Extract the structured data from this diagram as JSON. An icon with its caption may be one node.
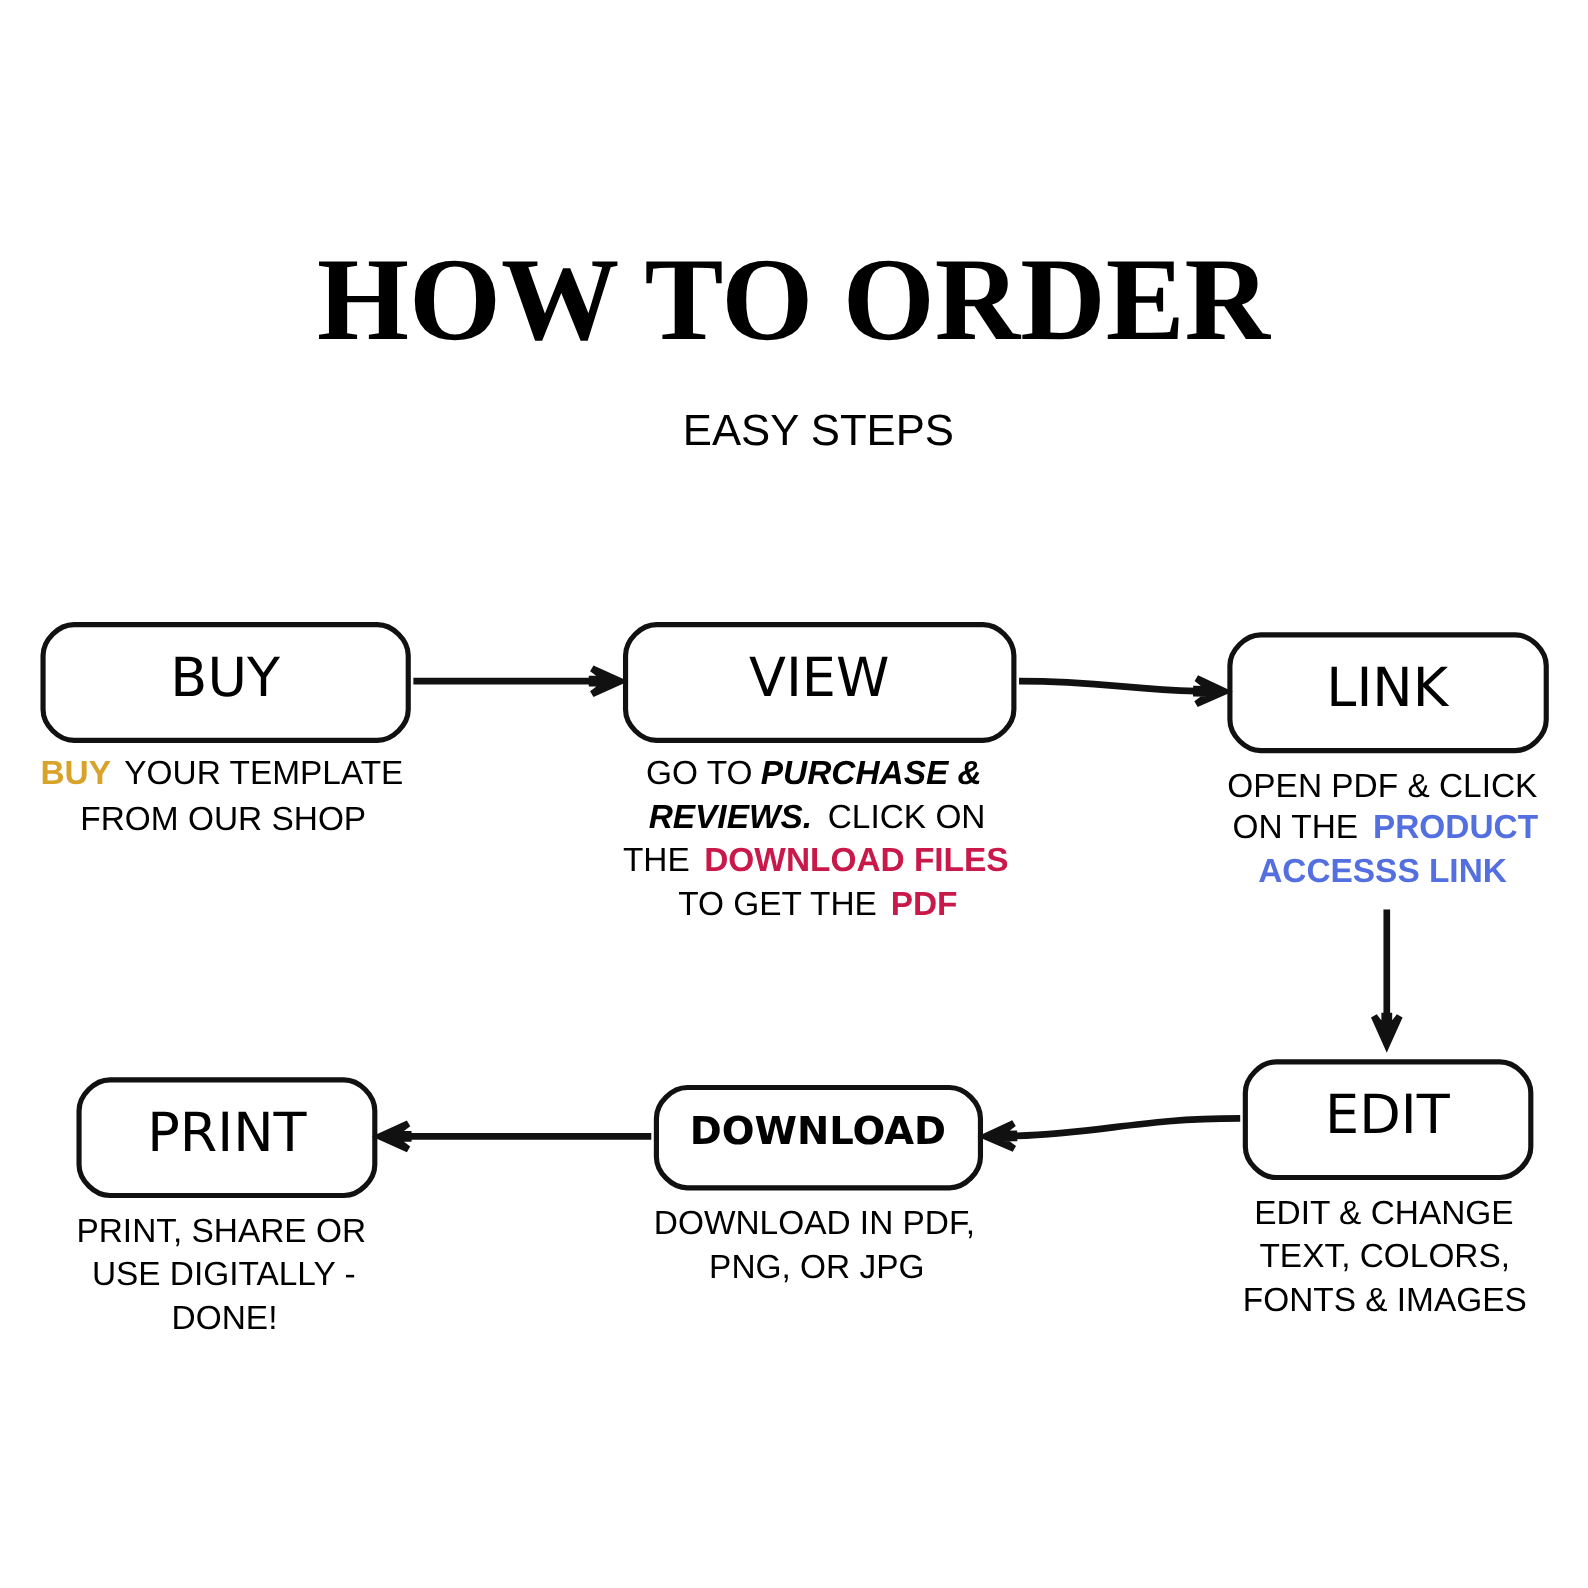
{
  "diagram": {
    "title": "HOW TO ORDER",
    "nodes": [
      {
        "text": [
          "BUY"
        ],
        "beside": [
          "**BUY** YOUR TEMPLATE FROM OUR SHOP"
        ]
      },
      {
        "text": [
          "VIEW"
        ],
        "beside": [
          "GO TO **PURCHASE & REVIEWS.** CLICK ON THE **DOWNLOAD FILES** TO GET THE **PDF**"
        ]
      },
      {
        "text": [
          "LINK"
        ],
        "beside": [
          "OPEN PDF & CLICK ON THE **PRODUCT ACCESSS LINK**"
        ]
      },
      {
        "text": [
          "EDIT"
        ],
        "beside": [
          "EDIT & CHANGE TEXT, COLORS, FONTS & IMAGES"
        ]
      },
      {
        "text": [
          "DOWNLOAD"
        ],
        "beside": [
          "DOWNLOAD IN PDF, PNG, OR JPG"
        ]
      },
      {
        "text": [
          "PRINT"
        ],
        "beside": [
          "PRINT, SHARE OR USE DIGITALLY - DONE!"
        ]
      }
    ],
    "edges": [
      {
        "from": 0,
        "to": 1,
        "arrow": "to"
      },
      {
        "from": 1,
        "to": 2,
        "arrow": "to"
      },
      {
        "from": 2,
        "to": 3,
        "arrow": "to"
      },
      {
        "from": 3,
        "to": 4,
        "arrow": "to"
      },
      {
        "from": 4,
        "to": 5,
        "arrow": "to"
      }
    ],
    "labels": [
      "EASY STEPS"
    ]
  }
}
